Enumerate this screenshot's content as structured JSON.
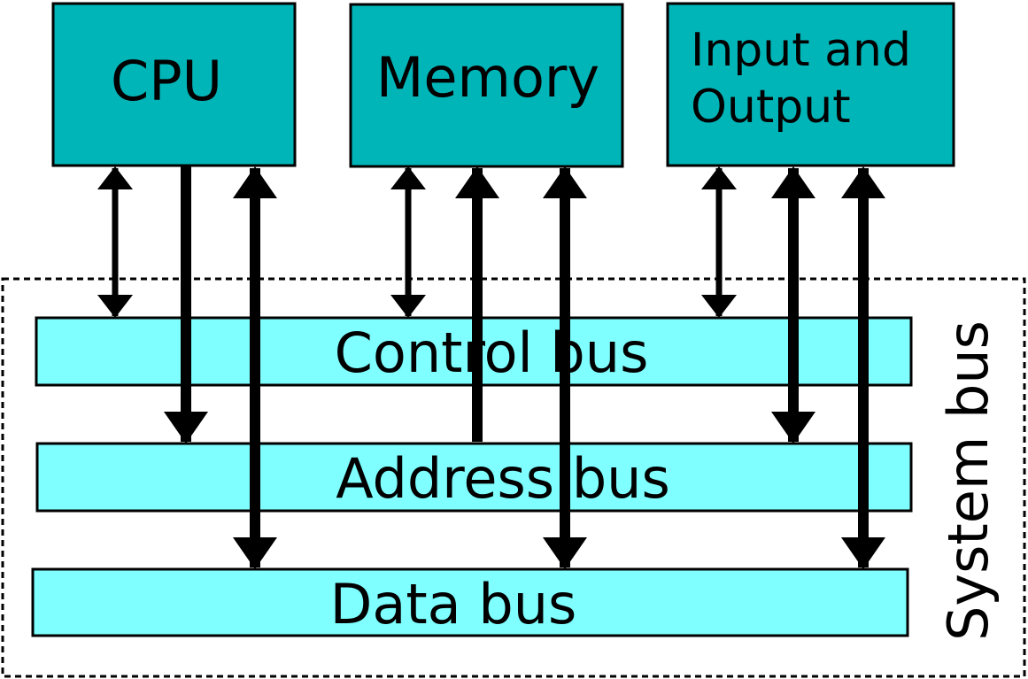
{
  "colors": {
    "unit_fill": "#00b5b8",
    "bus_fill": "#7fffff",
    "stroke": "#000000",
    "background": "#ffffff"
  },
  "units": {
    "cpu": "CPU",
    "memory": "Memory",
    "io_line1": "Input and",
    "io_line2": "Output"
  },
  "buses": {
    "control": "Control bus",
    "address": "Address bus",
    "data": "Data bus"
  },
  "system_bus": "System bus"
}
